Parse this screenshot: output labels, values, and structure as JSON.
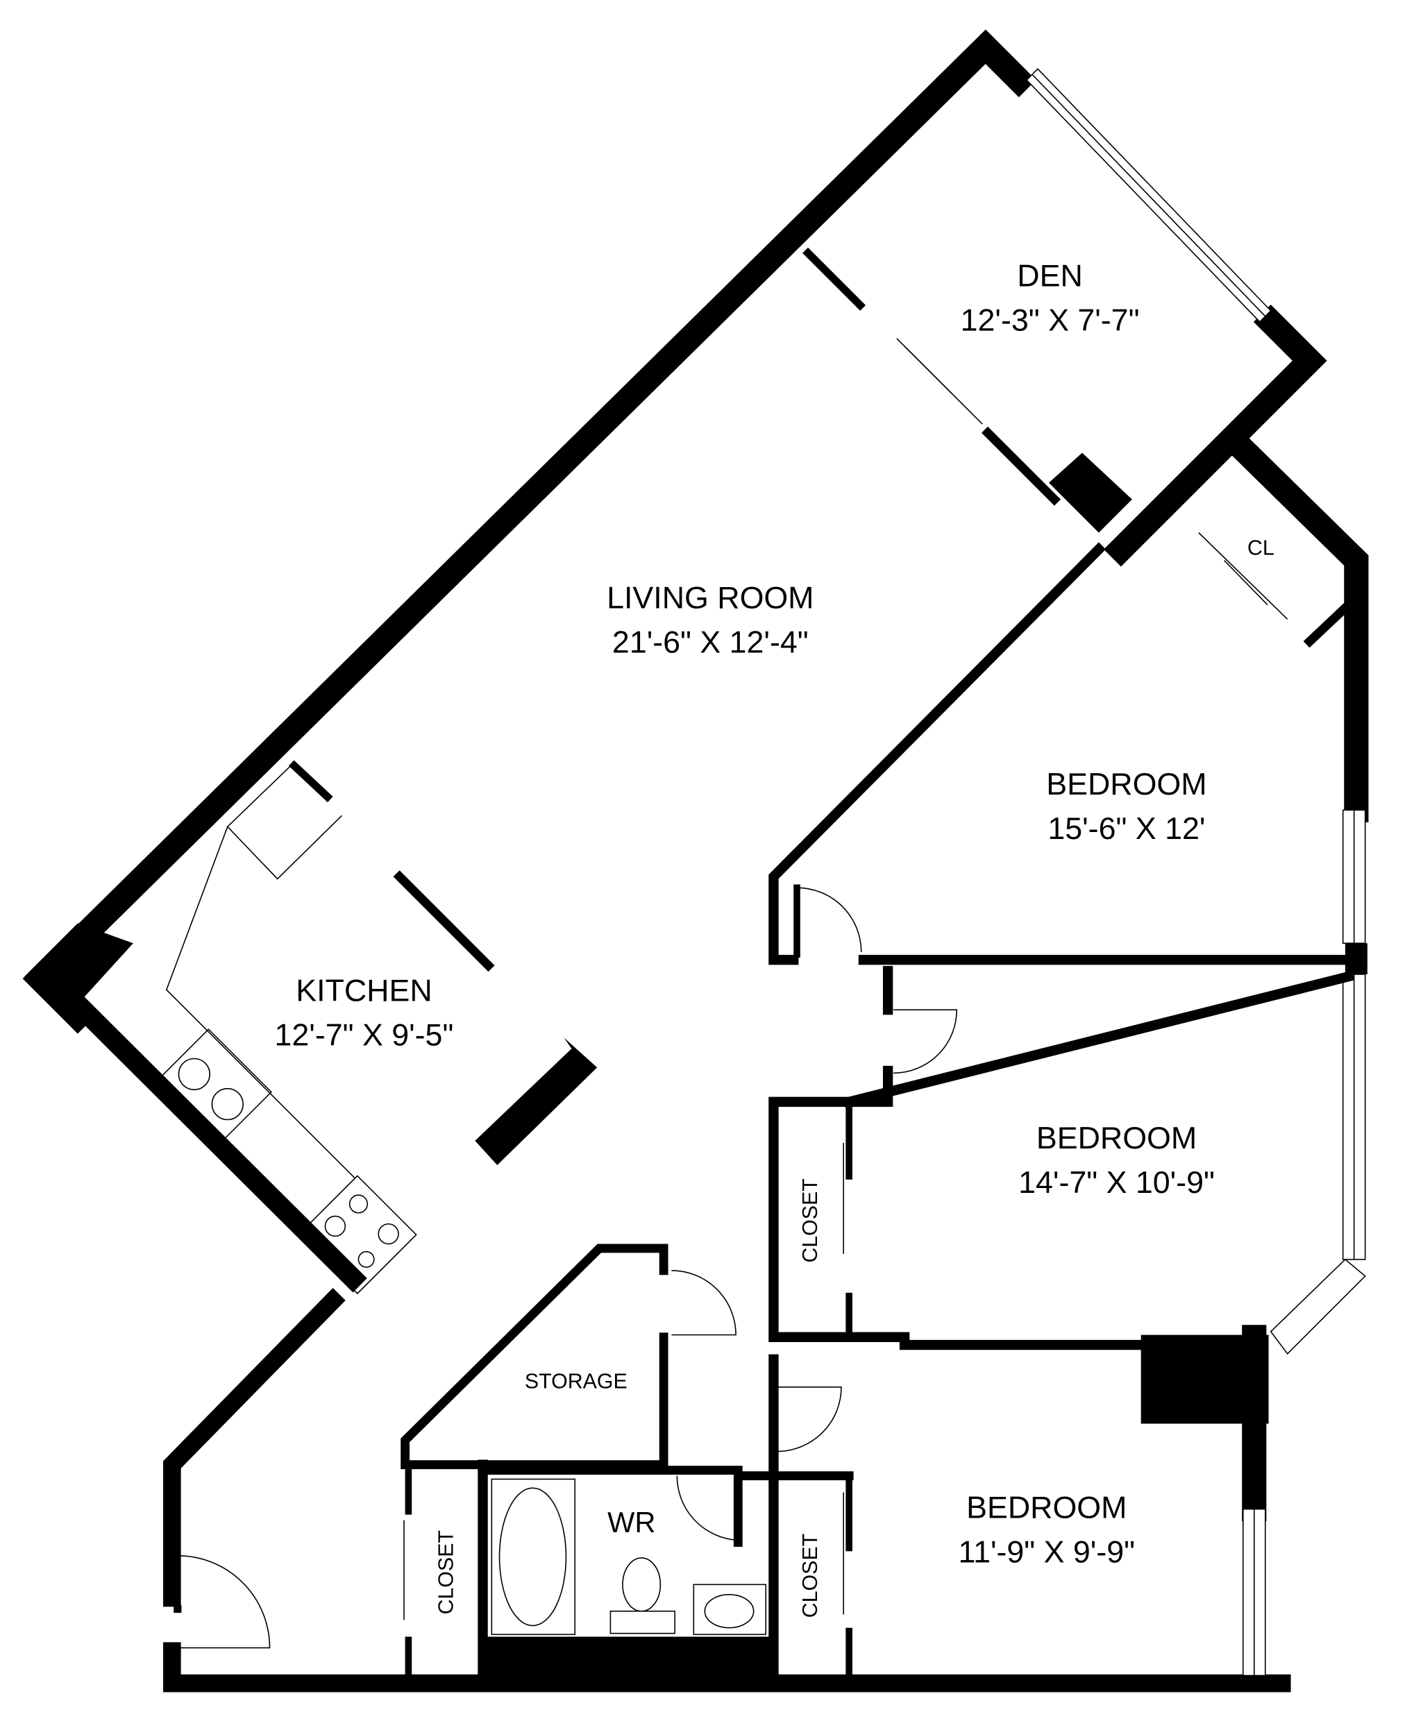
{
  "plan": {
    "rooms": [
      {
        "name": "DEN",
        "size": "12'-3\" X 7'-7\""
      },
      {
        "name": "LIVING ROOM",
        "size": "21'-6\" X 12'-4\""
      },
      {
        "name": "BEDROOM",
        "size": "15'-6\" X 12'"
      },
      {
        "name": "KITCHEN",
        "size": "12'-7\" X 9'-5\""
      },
      {
        "name": "BEDROOM",
        "size": "14'-7\" X 10'-9\""
      },
      {
        "name": "BEDROOM",
        "size": "11'-9\" X 9'-9\""
      }
    ],
    "small_labels": {
      "cl": "CL",
      "storage": "STORAGE",
      "wr": "WR",
      "closet_1": "CLOSET",
      "closet_2": "CLOSET",
      "closet_3": "CLOSET"
    }
  }
}
